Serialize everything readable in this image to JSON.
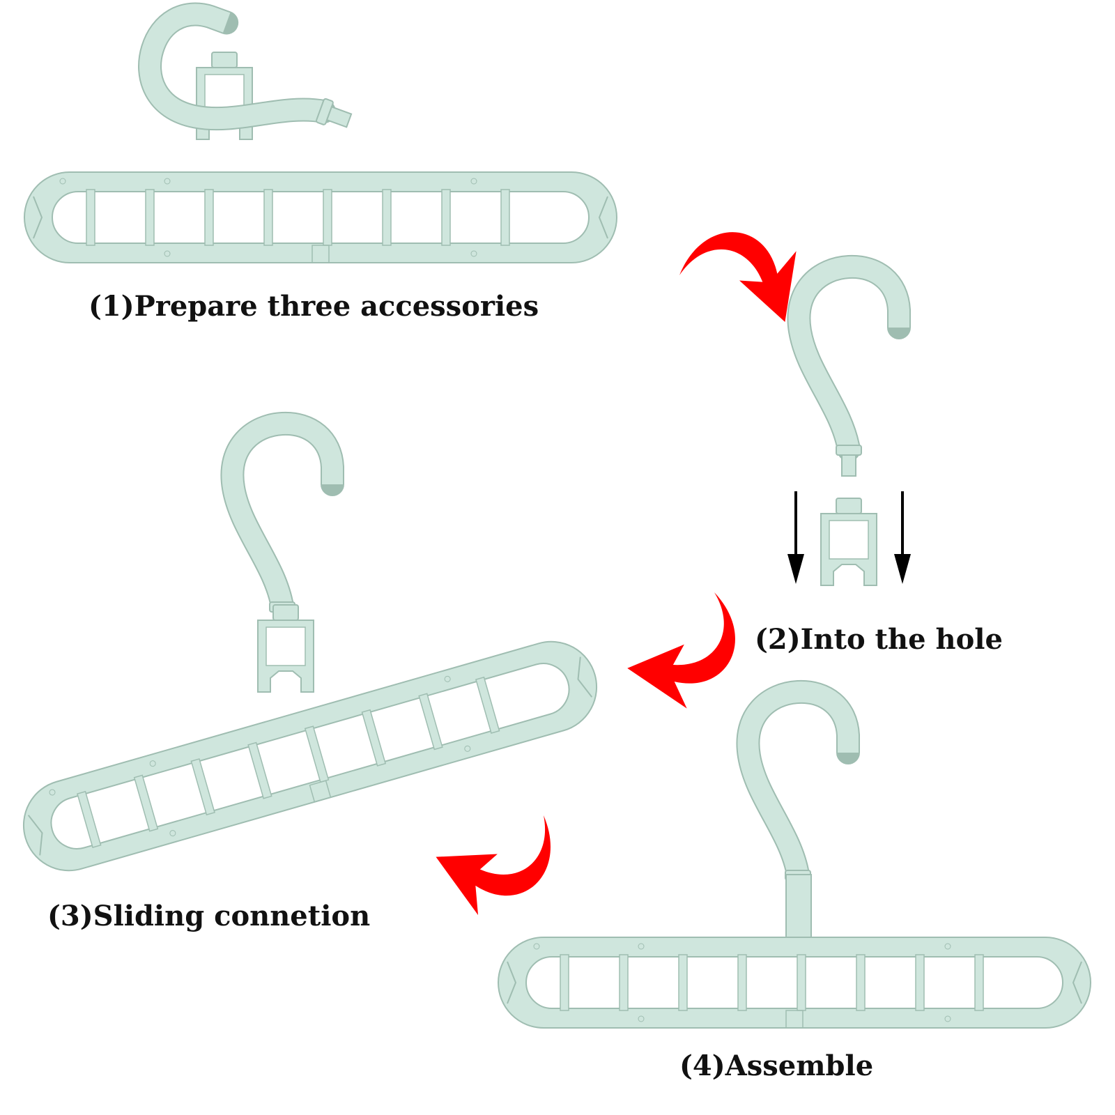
{
  "steps": [
    {
      "label": "(1)Prepare three accessories"
    },
    {
      "label": "(2)Into the hole"
    },
    {
      "label": "(3)Sliding connetion"
    },
    {
      "label": "(4)Assemble"
    }
  ],
  "colors": {
    "plastic": "#cfe6dd",
    "plastic_edge": "#9fbdb1",
    "arrow_red": "#ff0000",
    "arrow_black": "#000000",
    "text": "#111111"
  },
  "icons": [
    "hanger-bar",
    "hook",
    "clip",
    "red-curved-arrow",
    "black-down-arrow"
  ]
}
